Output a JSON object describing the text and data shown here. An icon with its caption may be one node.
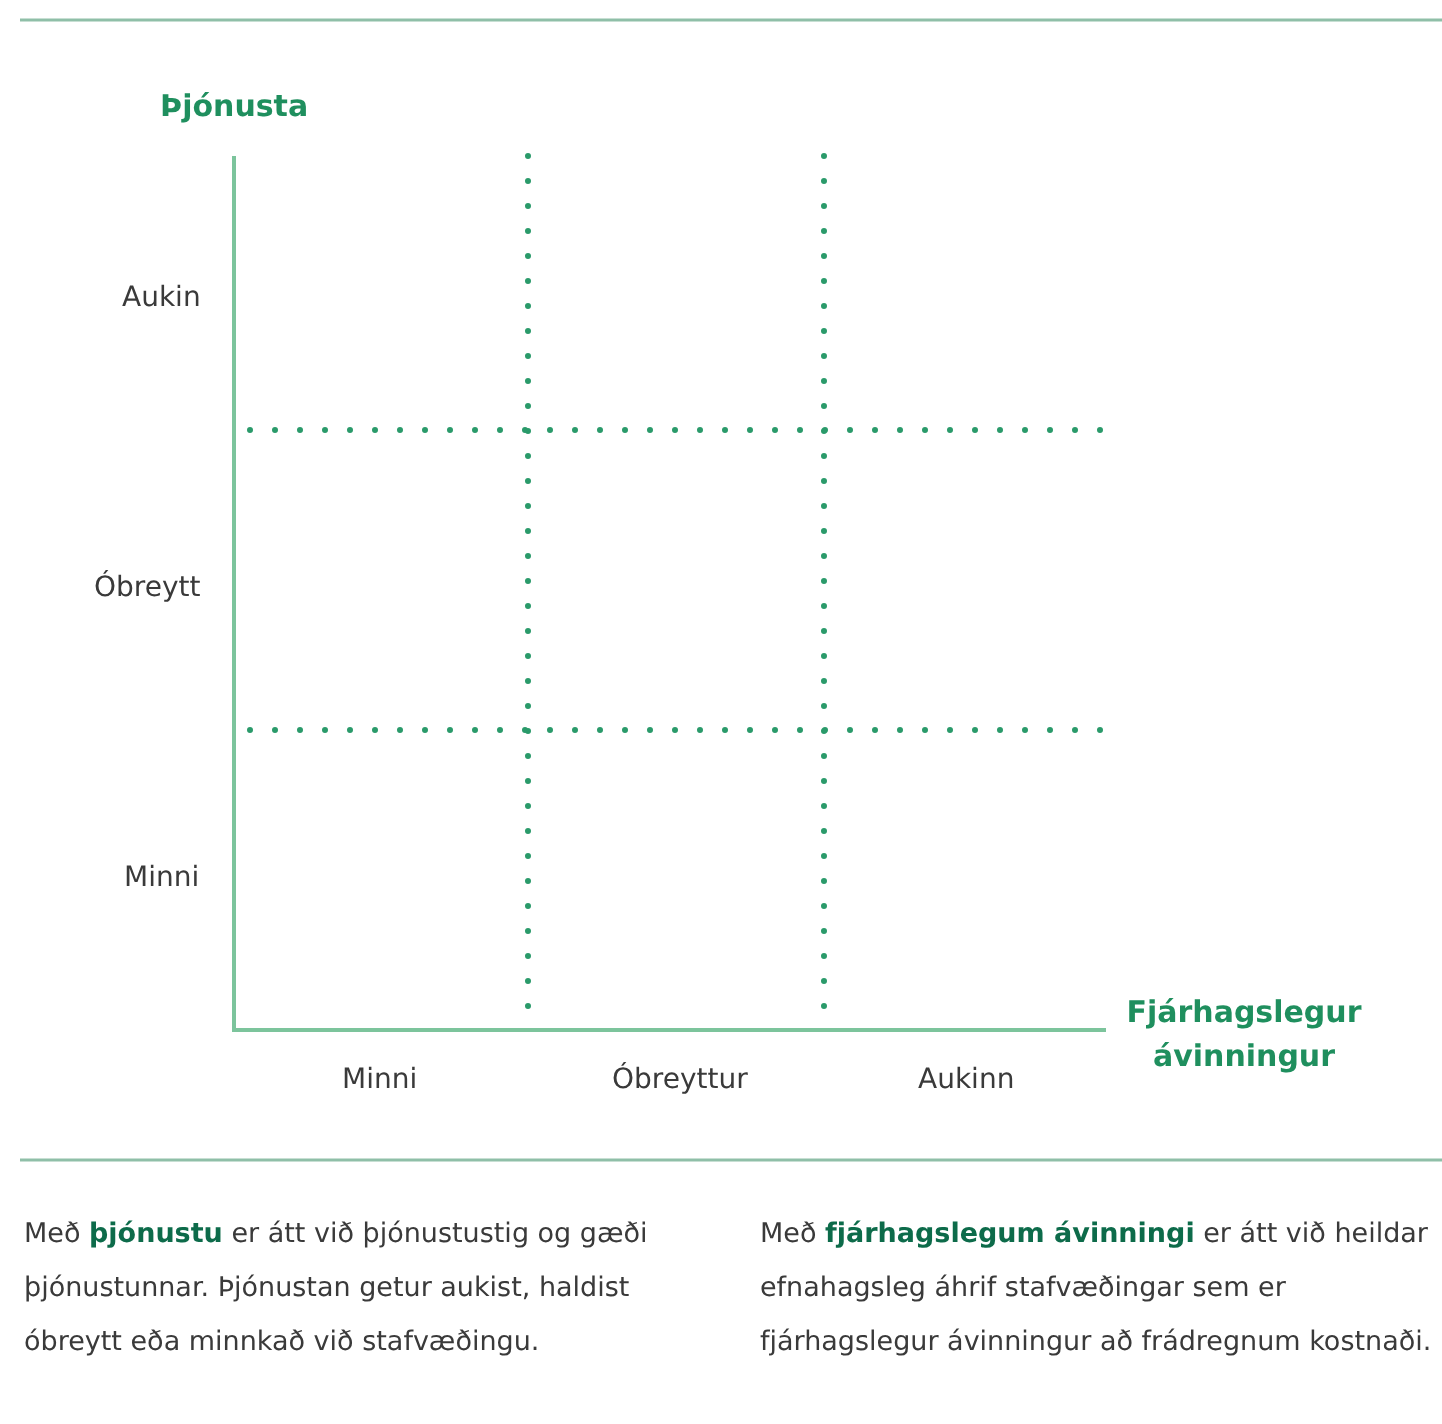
{
  "diagram": {
    "labels": [
      "Þjónusta",
      "Aukin",
      "Óbreytt",
      "Minni",
      "Fjárhagslegur ávinningur",
      "Minni",
      "Óbreyttur",
      "Aukinn",
      "Með **þjónustu** er átt við þjónustustig og gæði þjónustunnar. Þjónustan getur aukist, haldist óbreytt eða minnkað við stafvæðingu.",
      "Með **fjárhagslegum ávinningi** er átt við heildar efnahagsleg áhrif stafvæðingar sem er fjárhagslegur ávinningur að frádregnum kostnaði."
    ]
  }
}
